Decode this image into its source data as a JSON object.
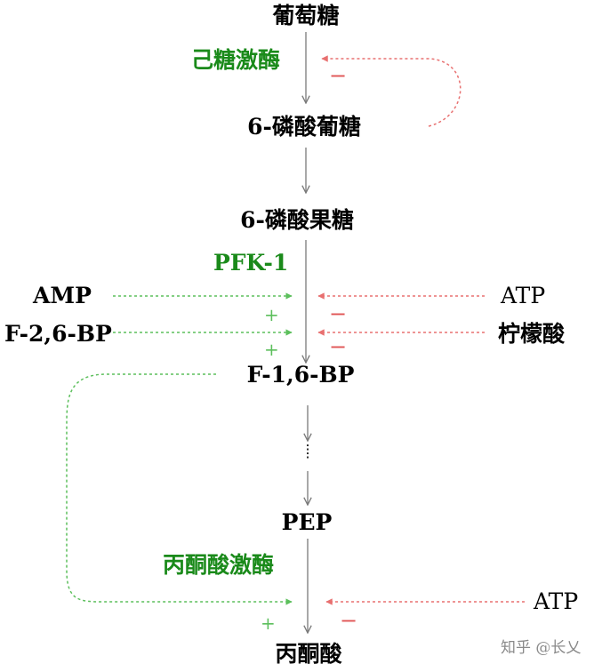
{
  "colors": {
    "activator": "#5cbf5c",
    "inhibitor": "#e87070",
    "enzyme_text": "#1a8a1a",
    "pathway": "#7a7a7a"
  },
  "nodes": {
    "glucose": "葡萄糖",
    "g6p": "6-磷酸葡糖",
    "f6p": "6-磷酸果糖",
    "f16bp": "F-1,6-BP",
    "pep": "PEP",
    "pyruvate": "丙酮酸"
  },
  "enzymes": {
    "hexokinase": "己糖激酶",
    "pfk1": "PFK-1",
    "pyruvate_kinase": "丙酮酸激酶"
  },
  "regulators": {
    "amp": "AMP",
    "f26bp": "F-2,6-BP",
    "atp_pfk": "ATP",
    "citrate": "柠檬酸",
    "atp_pk": "ATP"
  },
  "signs": {
    "plus": "+",
    "minus": "−"
  },
  "watermark": "知乎 @长乂"
}
